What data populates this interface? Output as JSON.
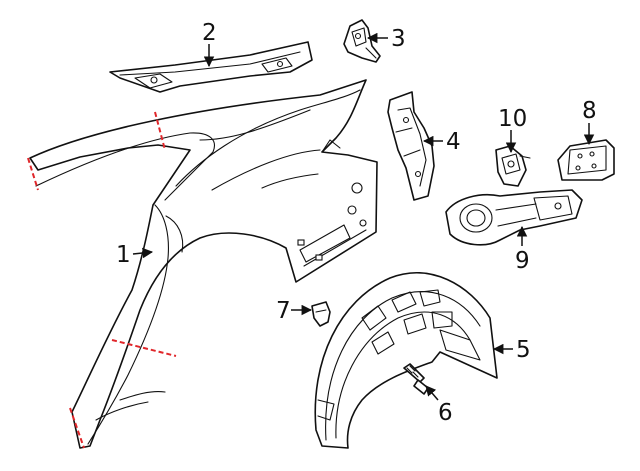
{
  "colors": {
    "line": "#111111",
    "cut_line": "#e0262a",
    "background": "#ffffff"
  },
  "callouts": [
    {
      "id": "1",
      "label": "1",
      "part": "quarter-panel"
    },
    {
      "id": "2",
      "label": "2",
      "part": "roof-rail-reinforcement"
    },
    {
      "id": "3",
      "label": "3",
      "part": "upper-bracket"
    },
    {
      "id": "4",
      "label": "4",
      "part": "inner-pillar-reinforcement"
    },
    {
      "id": "5",
      "label": "5",
      "part": "wheelhouse-liner"
    },
    {
      "id": "6",
      "label": "6",
      "part": "bolt"
    },
    {
      "id": "7",
      "label": "7",
      "part": "push-clip"
    },
    {
      "id": "8",
      "label": "8",
      "part": "mounting-bracket"
    },
    {
      "id": "9",
      "label": "9",
      "part": "fuel-door-housing"
    },
    {
      "id": "10",
      "label": "10",
      "part": "fuel-door-actuator"
    }
  ]
}
